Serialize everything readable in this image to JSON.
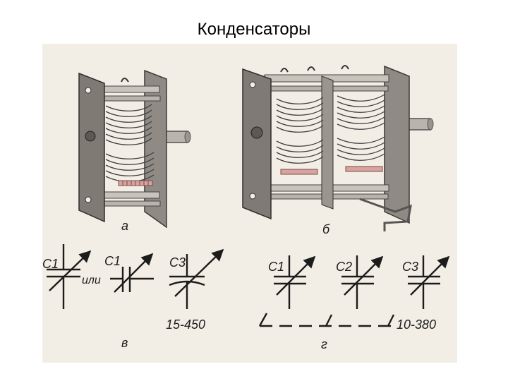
{
  "title": "Конденсаторы",
  "figure": {
    "photo_labels": {
      "a": "а",
      "b": "б"
    },
    "diagram_labels": {
      "v": "в",
      "g": "г"
    },
    "symbols_v": {
      "c1_left": "С1",
      "or_text": "или",
      "c1_mid": "С1",
      "c3": "С3",
      "c3_range": "15-450"
    },
    "symbols_g": {
      "c1": "С1",
      "c2": "С2",
      "c3": "С3",
      "range": "10-380"
    }
  }
}
